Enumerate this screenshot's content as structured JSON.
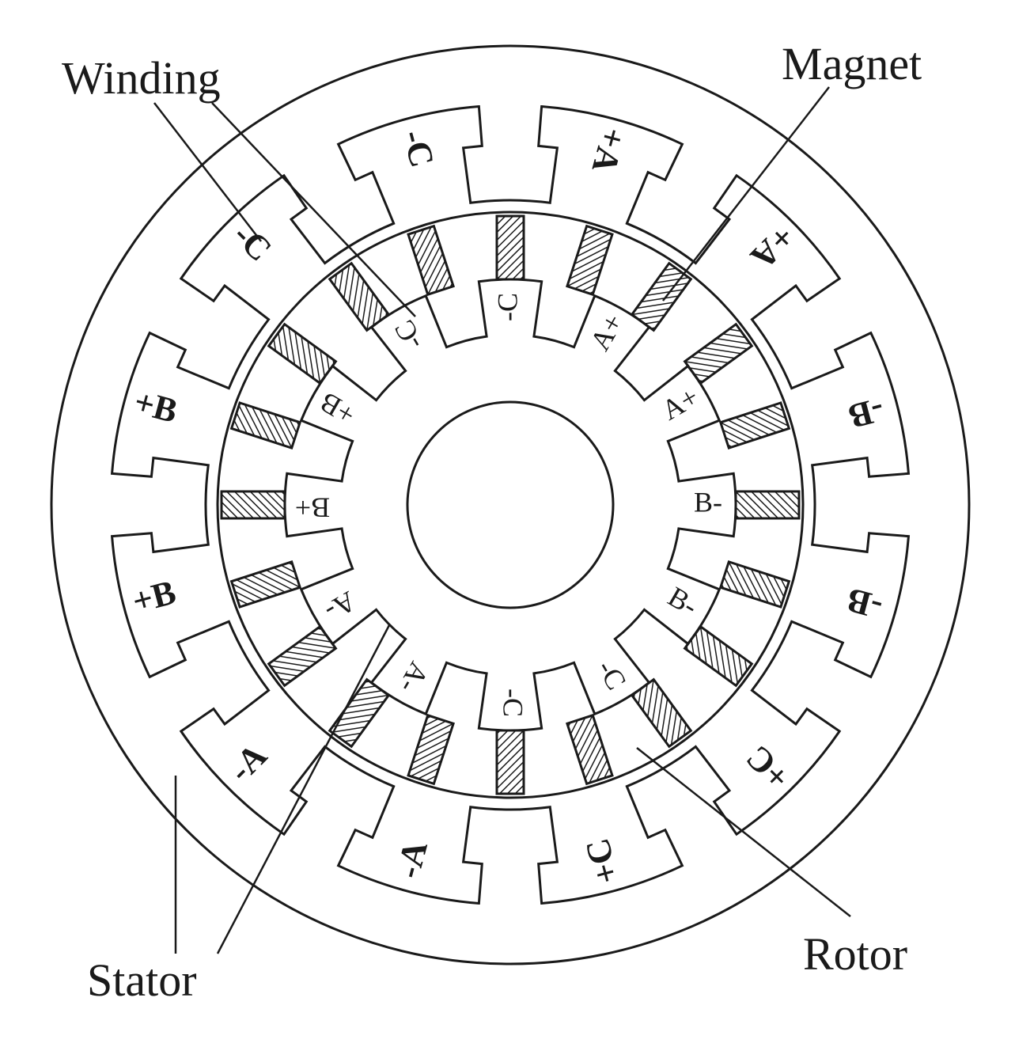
{
  "labels": {
    "winding": "Winding",
    "magnet": "Magnet",
    "stator": "Stator",
    "rotor": "Rotor"
  },
  "outer_slots": [
    "-C",
    "+A",
    "+A",
    "-B",
    "-B",
    "+C",
    "+C",
    "-A",
    "-A",
    "+B",
    "+B",
    "-C"
  ],
  "inner_slots": [
    "-C",
    "A+",
    "A+",
    "B-",
    "B-",
    "-C",
    "-C",
    "A-",
    "A-",
    "B+",
    "+B",
    "-C"
  ],
  "magnet_count": 20,
  "colors": {
    "line": "#1a1a1a",
    "background": "#ffffff"
  }
}
